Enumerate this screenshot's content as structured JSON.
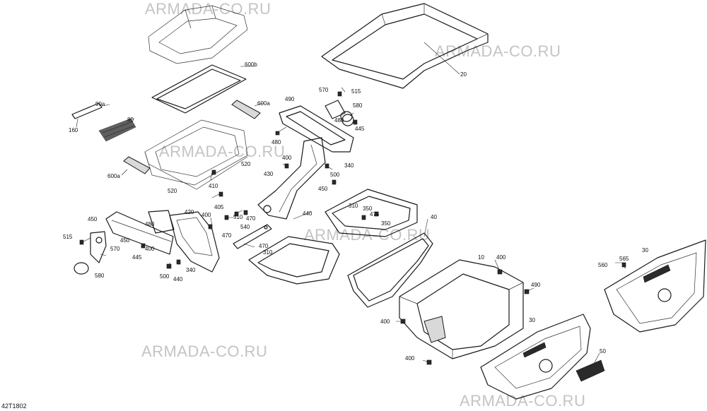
{
  "diagram_code": "42T1802",
  "watermarks": [
    "ARMADA-CO.RU",
    "ARMADA-CO.RU",
    "ARMADA-CO.RU",
    "ARMADA-CO.RU",
    "ARMADA-CO.RU",
    "ARMADA-CO.RU"
  ],
  "callouts": [
    "600b",
    "20",
    "570",
    "515",
    "490",
    "600a",
    "580",
    "90a",
    "480",
    "445",
    "80",
    "160",
    "480",
    "520",
    "600a",
    "410",
    "520",
    "400",
    "340",
    "430",
    "500",
    "450",
    "405",
    "420",
    "310",
    "350",
    "475",
    "350",
    "440",
    "400",
    "510",
    "470",
    "540",
    "470",
    "515",
    "450",
    "480",
    "570",
    "450",
    "445",
    "400",
    "470",
    "310",
    "580",
    "500",
    "440",
    "340",
    "10",
    "400",
    "565",
    "560",
    "30",
    "490",
    "400",
    "30",
    "400",
    "50",
    "40"
  ]
}
